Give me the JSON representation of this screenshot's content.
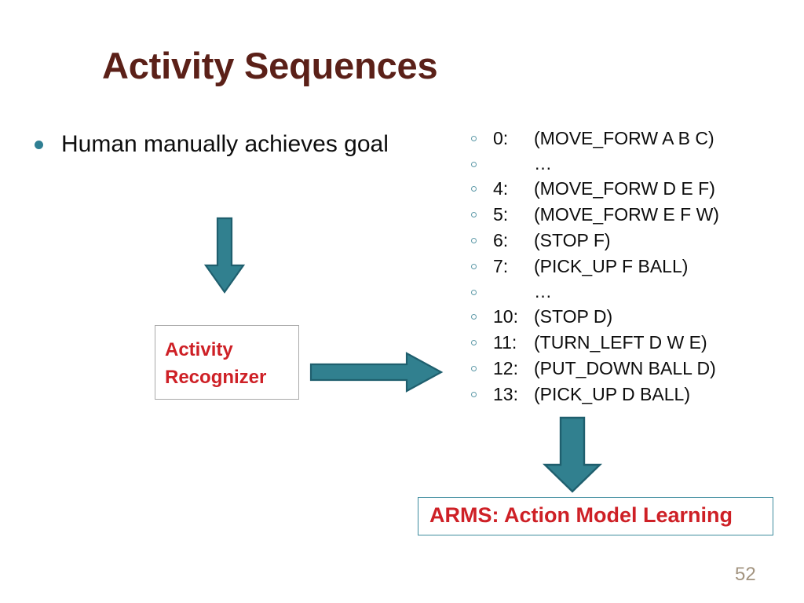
{
  "slide": {
    "title": "Activity Sequences",
    "page_number": "52",
    "background_color": "#ffffff"
  },
  "colors": {
    "title": "#5B2018",
    "accent_teal": "#2F7F93",
    "arrow_fill": "#31808F",
    "arrow_edge": "#1F5F6E",
    "red_text": "#CE2026",
    "box_border_gray": "#A9A9A9",
    "box_border_teal": "#3E8C9E",
    "page_number": "#A39480",
    "body_text": "#0d0d0d"
  },
  "left_column": {
    "bullets": [
      {
        "text": "Human manually achieves goal"
      }
    ]
  },
  "right_column": {
    "items": [
      {
        "index": "0:",
        "action": "(MOVE_FORW A B C)"
      },
      {
        "index": "",
        "action": "…"
      },
      {
        "index": "4:",
        "action": "(MOVE_FORW D E F)"
      },
      {
        "index": "5:",
        "action": "(MOVE_FORW E F W)"
      },
      {
        "index": "6:",
        "action": "(STOP F)"
      },
      {
        "index": "7:",
        "action": "(PICK_UP F BALL)"
      },
      {
        "index": "",
        "action": "…"
      },
      {
        "index": "10:",
        "action": "(STOP D)"
      },
      {
        "index": "11:",
        "action": "(TURN_LEFT D W E)"
      },
      {
        "index": "12:",
        "action": "(PUT_DOWN BALL D)"
      },
      {
        "index": "13:",
        "action": "(PICK_UP D BALL)"
      }
    ]
  },
  "recognizer_box": {
    "line1": "Activity",
    "line2": "Recognizer"
  },
  "arms_box": {
    "label": "ARMS: Action Model Learning"
  },
  "arrows": {
    "down_to_recognizer": "down-arrow-icon",
    "recognizer_to_sequence": "right-arrow-icon",
    "sequence_to_arms": "down-arrow-icon"
  }
}
